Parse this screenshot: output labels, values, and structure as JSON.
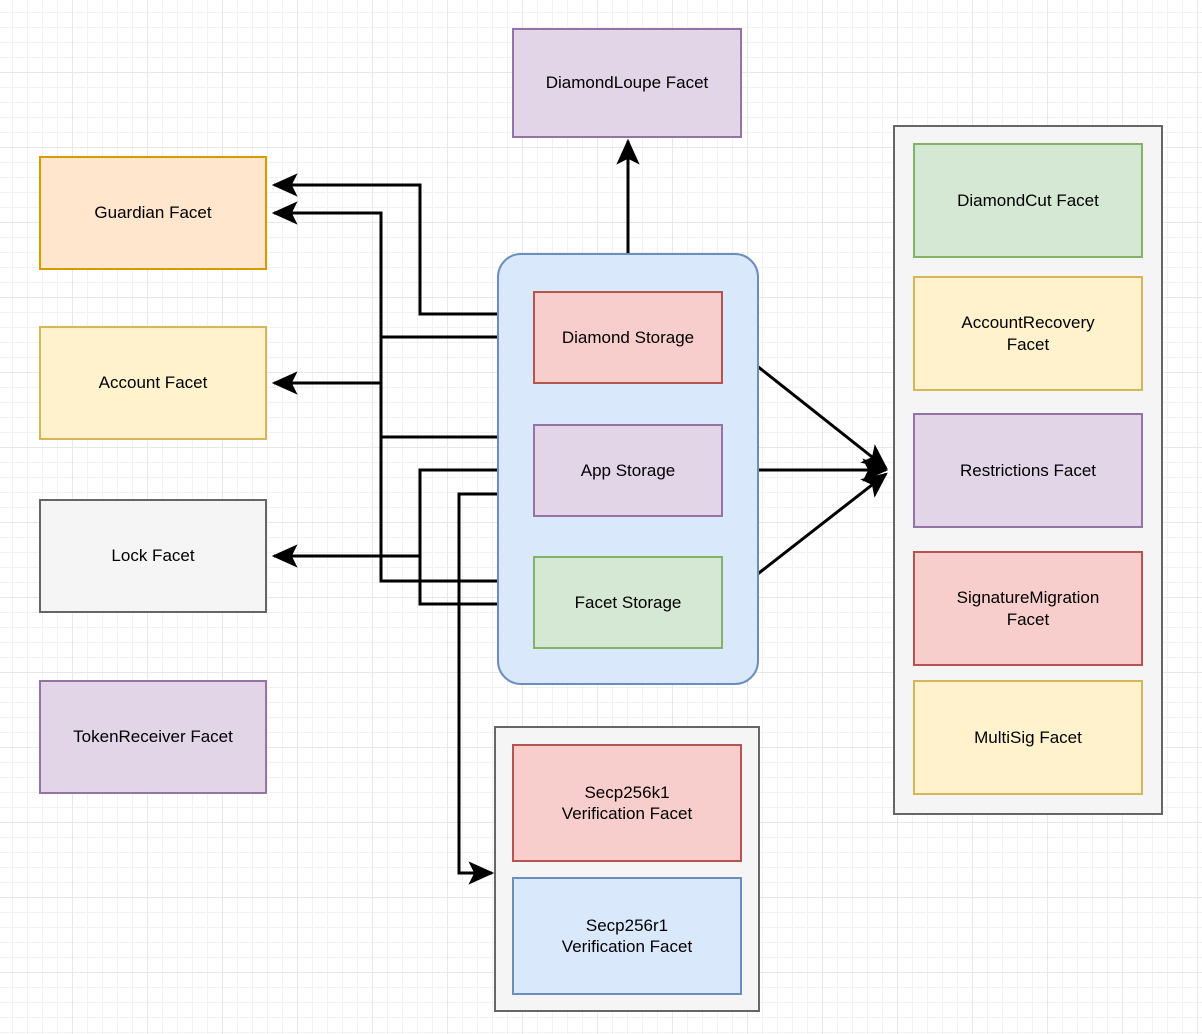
{
  "diagram": {
    "title": "Diamond Proxy Facet and Storage Architecture",
    "background": "#ffffff",
    "grid": {
      "minor": "#f2f2f2",
      "major": "#e8e8e8",
      "minor_size": 15,
      "major_size": 75
    }
  },
  "palette": {
    "orange_fill": "#ffe6cc",
    "orange_stroke": "#d79b00",
    "yellow_fill": "#fff2cc",
    "yellow_stroke": "#d6b656",
    "gray_fill": "#f5f5f5",
    "gray_stroke": "#666666",
    "purple_fill": "#e1d5e7",
    "purple_stroke": "#9673a6",
    "red_fill": "#f8cecc",
    "red_stroke": "#b85450",
    "green_fill": "#d5e8d4",
    "green_stroke": "#82b366",
    "blue_fill": "#dae8fc",
    "blue_stroke": "#6c8ebf",
    "edge_stroke": "#000000"
  },
  "nodes": {
    "guardian_facet": "Guardian Facet",
    "account_facet": "Account Facet",
    "lock_facet": "Lock Facet",
    "token_receiver_facet": "TokenReceiver Facet",
    "diamond_loupe_facet": "DiamondLoupe Facet",
    "diamond_storage": "Diamond Storage",
    "app_storage": "App Storage",
    "facet_storage": "Facet Storage",
    "secp256k1_verification_facet": "Secp256k1\nVerification Facet",
    "secp256r1_verification_facet": "Secp256r1\nVerification Facet",
    "diamond_cut_facet": "DiamondCut Facet",
    "account_recovery_facet": "AccountRecovery\nFacet",
    "restrictions_facet": "Restrictions Facet",
    "signature_migration_facet": "SignatureMigration\nFacet",
    "multisig_facet": "MultiSig Facet"
  },
  "groups": {
    "storage_container": "",
    "verification_container": "",
    "facets_container": ""
  },
  "edges": [
    {
      "from": "diamond_storage",
      "to": "diamond_loupe_facet",
      "style": "straight-up"
    },
    {
      "from": "diamond_storage",
      "to": "guardian_facet",
      "style": "orthogonal"
    },
    {
      "from": "diamond_storage",
      "to": "account_facet",
      "style": "orthogonal"
    },
    {
      "from": "diamond_storage",
      "to": "restrictions_facet",
      "style": "diagonal"
    },
    {
      "from": "app_storage",
      "to": "guardian_facet",
      "style": "orthogonal"
    },
    {
      "from": "app_storage",
      "to": "lock_facet",
      "style": "orthogonal"
    },
    {
      "from": "app_storage",
      "to": "restrictions_facet",
      "style": "straight"
    },
    {
      "from": "app_storage",
      "to": "secp256k1_verification_facet",
      "style": "orthogonal"
    },
    {
      "from": "facet_storage",
      "to": "account_facet",
      "style": "orthogonal"
    },
    {
      "from": "facet_storage",
      "to": "lock_facet",
      "style": "orthogonal"
    },
    {
      "from": "facet_storage",
      "to": "restrictions_facet",
      "style": "diagonal"
    }
  ]
}
